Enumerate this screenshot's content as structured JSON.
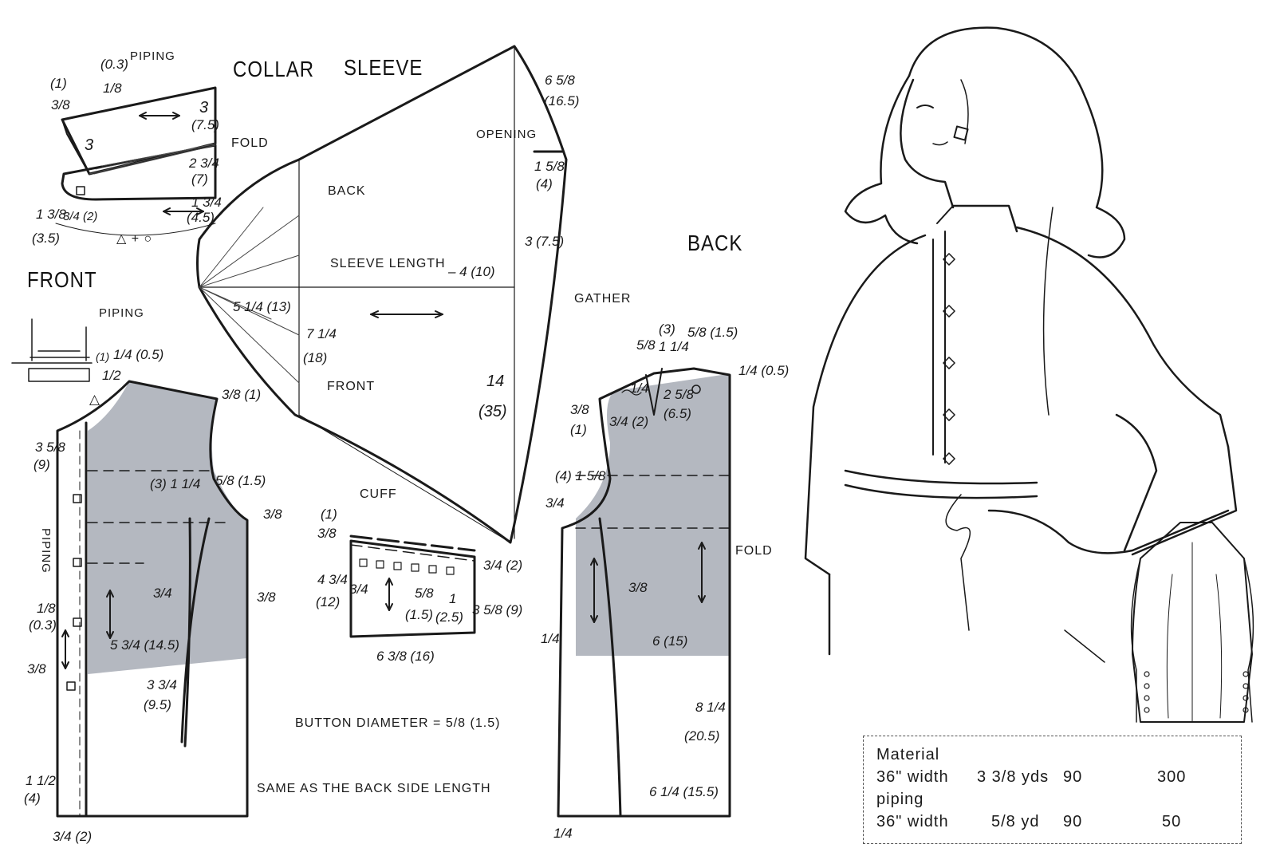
{
  "sections": {
    "collar": "COLLAR",
    "sleeve": "SLEEVE",
    "front": "FRONT",
    "back": "BACK",
    "cuff": "CUFF"
  },
  "labels": {
    "piping_top": "PIPING",
    "collar_03": "(0.3)",
    "collar_1": "(1)",
    "collar_18": "1/8",
    "collar_38": "3/8",
    "collar_3a": "3",
    "collar_3b": "3",
    "collar_75": "(7.5)",
    "fold_collar": "FOLD",
    "collar_234": "2 3/4",
    "collar_7": "(7)",
    "collar_134": "1 3/4",
    "collar_45": "(4.5)",
    "collar_138": "1 3/8",
    "collar_34_2": "3/4 (2)",
    "collar_35": "(3.5)",
    "collar_sym": "△ + ○",
    "front_piping": "PIPING",
    "front_1": "(1)",
    "front_14_05": "1/4 (0.5)",
    "front_12": "1/2",
    "front_38_1": "3/8 (1)",
    "front_tri": "△",
    "front_358": "3 5/8",
    "front_9": "(9)",
    "front_3_114": "(3) 1 1/4",
    "front_58_15": "5/8 (1.5)",
    "front_38a": "3/8",
    "front_piping_v": "PIPING",
    "front_34a": "3/4",
    "front_38b": "3/8",
    "front_18": "1/8",
    "front_03": "(0.3)",
    "front_534": "5 3/4 (14.5)",
    "front_38c": "3/8",
    "front_334": "3 3/4",
    "front_95": "(9.5)",
    "front_112": "1 1/2",
    "front_4": "(4)",
    "front_34_2": "3/4 (2)",
    "sleeve_658": "6 5/8",
    "sleeve_165": "(16.5)",
    "sleeve_opening": "OPENING",
    "sleeve_158": "1 5/8",
    "sleeve_4": "(4)",
    "sleeve_back": "BACK",
    "sleeve_3_75": "3 (7.5)",
    "sleeve_length": "SLEEVE LENGTH",
    "sleeve_4_10": "– 4 (10)",
    "sleeve_514": "5 1/4 (13)",
    "sleeve_714": "7 1/4",
    "sleeve_18": "(18)",
    "sleeve_front": "FRONT",
    "sleeve_14": "14",
    "sleeve_35": "(35)",
    "cuff_1": "(1)",
    "cuff_38": "3/8",
    "cuff_434": "4 3/4",
    "cuff_12": "(12)",
    "cuff_34": "3/4",
    "cuff_58": "5/8",
    "cuff_15": "(1.5)",
    "cuff_one": "1",
    "cuff_25": "(2.5)",
    "cuff_34_2": "3/4 (2)",
    "cuff_358": "3 5/8 (9)",
    "cuff_638": "6 3/8 (16)",
    "button_diameter": "BUTTON DIAMETER = 5/8 (1.5)",
    "same_as_back": "SAME AS THE BACK SIDE LENGTH",
    "back_gather": "GATHER",
    "back_3": "(3)",
    "back_58_15": "5/8 (1.5)",
    "back_58": "5/8",
    "back_114": "1 1/4",
    "back_14_05": "1/4 (0.5)",
    "back_14": "1/4",
    "back_258": "2 5/8",
    "back_65": "(6.5)",
    "back_38": "3/8",
    "back_1": "(1)",
    "back_34_2": "3/4 (2)",
    "back_4_158": "(4) 1 5/8",
    "back_34": "3/4",
    "back_fold": "FOLD",
    "back_38b": "3/8",
    "back_14b": "1/4",
    "back_6_15": "6 (15)",
    "back_814": "8 1/4",
    "back_205": "(20.5)",
    "back_614": "6 1/4 (15.5)",
    "back_14c": "1/4"
  },
  "material": {
    "heading": "Material",
    "row1": {
      "width": "36\" width",
      "amount": "3 3/8 yds",
      "c1": "90",
      "c2": "300"
    },
    "row2_heading": "piping",
    "row2": {
      "width": "36\" width",
      "amount": "5/8 yd",
      "c1": "90",
      "c2": "50"
    }
  },
  "colors": {
    "shade": "#b4b8c0",
    "line": "#1a1a1a"
  }
}
